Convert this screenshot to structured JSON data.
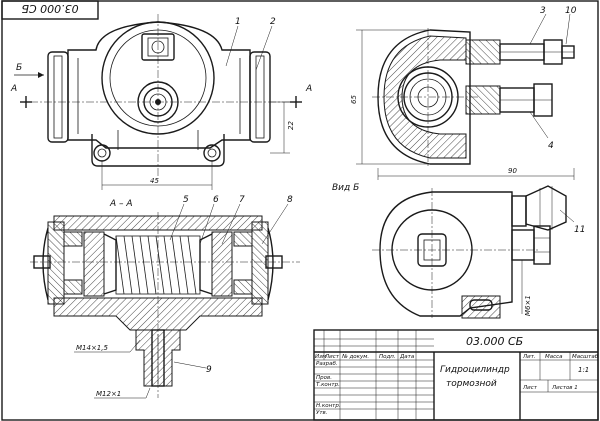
{
  "drawing": {
    "designation": "03.000 СБ",
    "designation_corner": "03.000 СБ",
    "section_label": "А – А",
    "view_label": "Вид Б",
    "cut_mark_a": "А",
    "cut_mark_b": "Б",
    "dimensions": {
      "width_45": "45",
      "height_22": "22",
      "height_65": "65",
      "width_90": "90",
      "thread_m6": "М6×1",
      "thread_m14": "М14×1,5",
      "thread_m12": "М12×1"
    },
    "part_numbers": [
      "1",
      "2",
      "3",
      "10",
      "4",
      "5",
      "6",
      "7",
      "8",
      "9",
      "11"
    ]
  },
  "title_block": {
    "designation": "03.000 СБ",
    "name_line1": "Гидроцилиндр",
    "name_line2": "тормозной",
    "col_headers": [
      "Изм",
      "Лист",
      "№ докум.",
      "Подп.",
      "Дата"
    ],
    "row_labels": [
      "Разраб.",
      "Пров.",
      "Т.контр.",
      "Н.контр.",
      "Утв."
    ],
    "lit": "Лит.",
    "mass": "Масса",
    "scale": "Масштаб",
    "scale_value": "1:1",
    "sheet": "Лист",
    "sheets": "Листов 1"
  }
}
